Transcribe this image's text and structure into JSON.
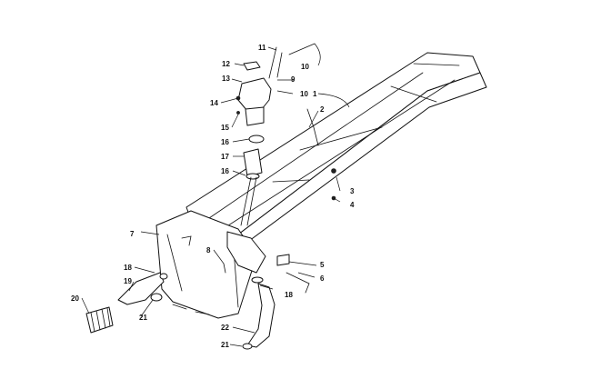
{
  "callouts": [
    "1",
    "2",
    "3",
    "4",
    "5",
    "6",
    "7",
    "8",
    "9",
    "10",
    "10",
    "11",
    "12",
    "13",
    "14",
    "15",
    "16",
    "16",
    "17",
    "18",
    "18",
    "19",
    "20",
    "21",
    "21",
    "22"
  ],
  "colors": {
    "line": "#111111",
    "background": "#ffffff"
  }
}
